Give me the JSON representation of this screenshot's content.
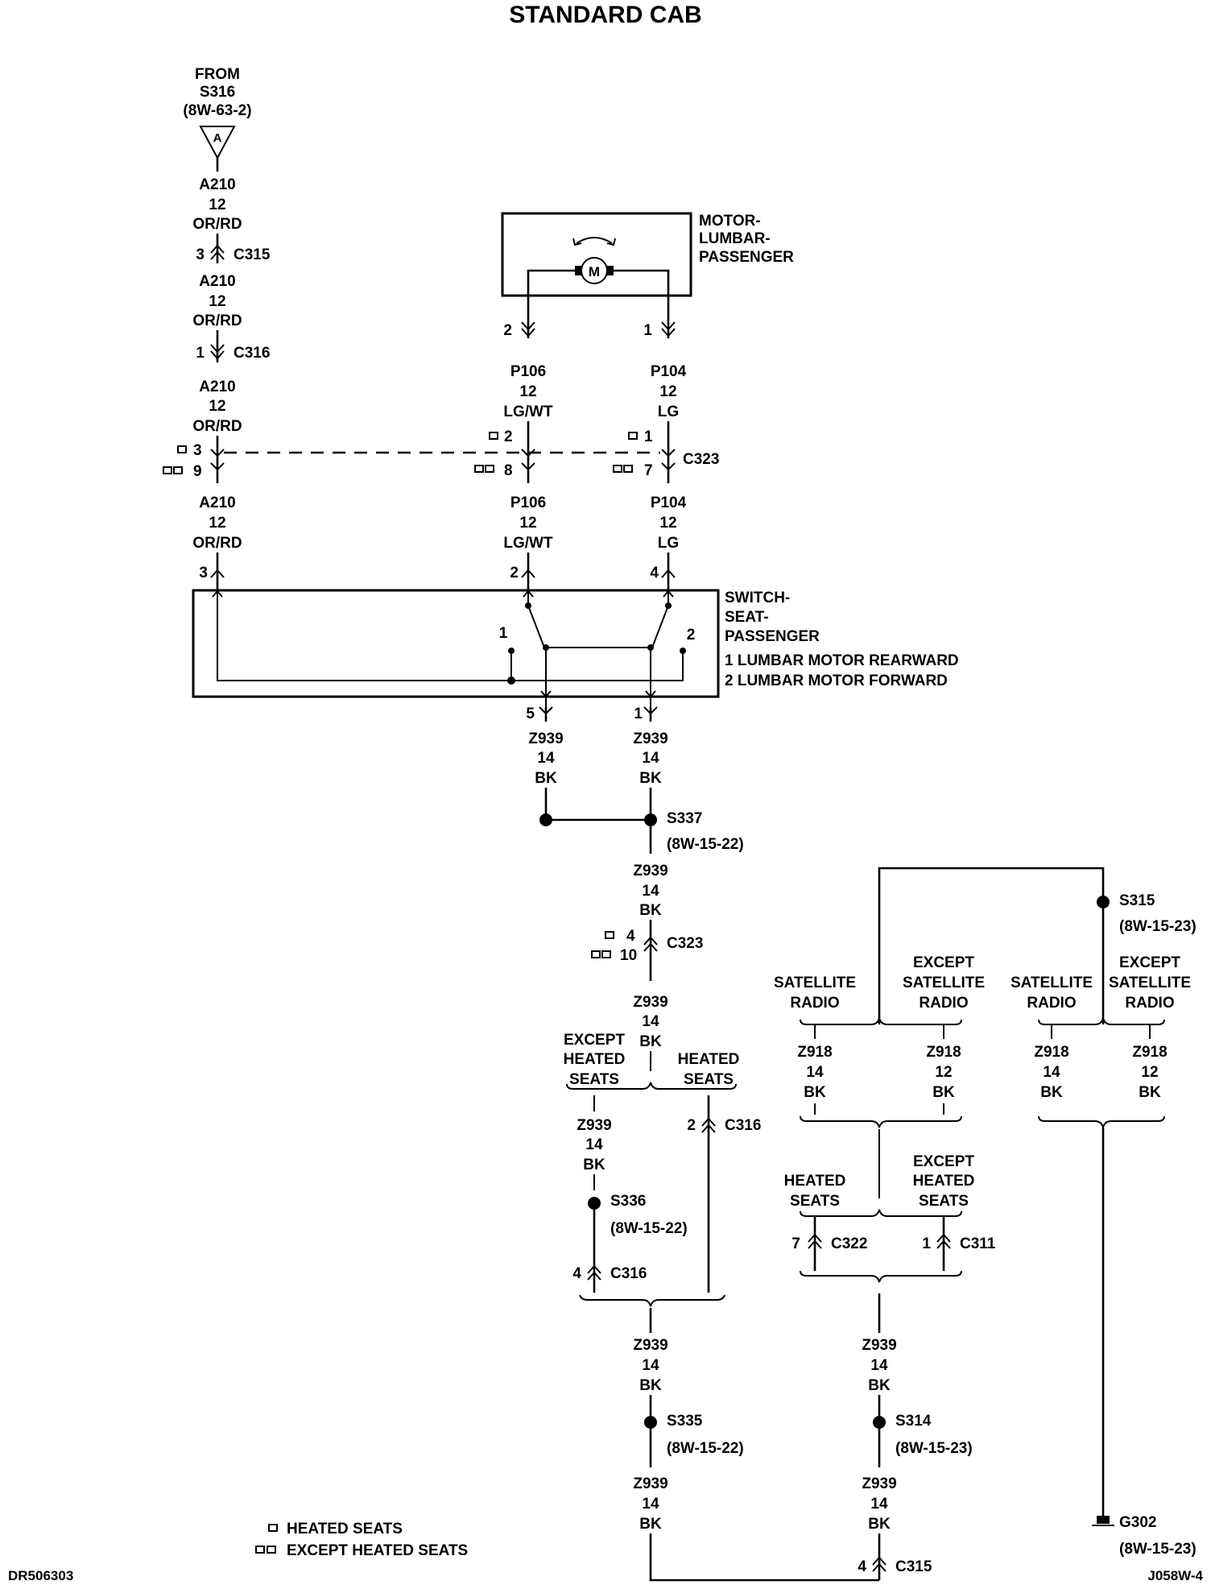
{
  "title": "STANDARD CAB",
  "footer": {
    "left": "DR506303",
    "right": "J058W-4"
  },
  "legend": {
    "heated": "HEATED SEATS",
    "except_heated": "EXCEPT HEATED SEATS"
  },
  "from": {
    "label": "FROM",
    "splice": "S316",
    "ref": "(8W-63-2)",
    "letter": "A"
  },
  "motor": {
    "line1": "MOTOR-",
    "line2": "LUMBAR-",
    "line3": "PASSENGER",
    "symbol": "M"
  },
  "switch": {
    "line1": "SWITCH-",
    "line2": "SEAT-",
    "line3": "PASSENGER",
    "pos1": "1 LUMBAR MOTOR REARWARD",
    "pos2": "2 LUMBAR MOTOR FORWARD",
    "n1": "1",
    "n2": "2"
  },
  "wires": {
    "a210": {
      "circuit": "A210",
      "gauge": "12",
      "color": "OR/RD"
    },
    "p106": {
      "circuit": "P106",
      "gauge": "12",
      "color": "LG/WT"
    },
    "p104": {
      "circuit": "P104",
      "gauge": "12",
      "color": "LG"
    },
    "z939": {
      "circuit": "Z939",
      "gauge": "14",
      "color": "BK"
    },
    "z918_14": {
      "circuit": "Z918",
      "gauge": "14",
      "color": "BK"
    },
    "z918_12": {
      "circuit": "Z918",
      "gauge": "12",
      "color": "BK"
    }
  },
  "connectors": {
    "c315": "C315",
    "c316": "C316",
    "c323": "C323",
    "c322": "C322",
    "c311": "C311"
  },
  "pins": {
    "c315_a": "3",
    "c316_a": "1",
    "c323_a_h": "3",
    "c323_a_e": "9",
    "c323_b_h": "2",
    "c323_b_e": "8",
    "c323_c_h": "1",
    "c323_c_e": "7",
    "motor_2": "2",
    "motor_1": "1",
    "sw_3": "3",
    "sw_2": "2",
    "sw_4": "4",
    "sw_5": "5",
    "sw_1": "1",
    "c323_z_h": "4",
    "c323_z_e": "10",
    "c316_b": "2",
    "c316_c": "4",
    "c322": "7",
    "c311": "1",
    "c315_b": "4"
  },
  "splices": {
    "s337": {
      "name": "S337",
      "ref": "(8W-15-22)"
    },
    "s336": {
      "name": "S336",
      "ref": "(8W-15-22)"
    },
    "s335": {
      "name": "S335",
      "ref": "(8W-15-22)"
    },
    "s315": {
      "name": "S315",
      "ref": "(8W-15-23)"
    },
    "s314": {
      "name": "S314",
      "ref": "(8W-15-23)"
    }
  },
  "ground": {
    "name": "G302",
    "ref": "(8W-15-23)"
  },
  "options": {
    "except": "EXCEPT",
    "heated": "HEATED",
    "seats": "SEATS",
    "satellite": "SATELLITE",
    "radio": "RADIO"
  }
}
